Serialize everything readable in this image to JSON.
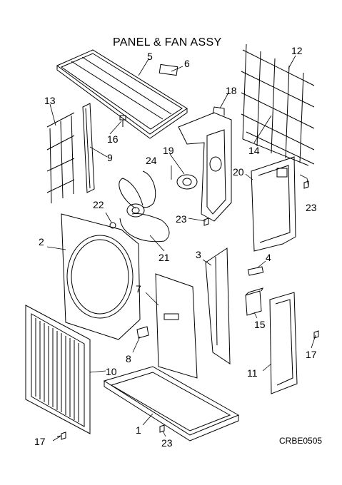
{
  "title": "PANEL & FAN ASSY",
  "drawing_code": "CRBE0505",
  "labels": {
    "c1": "1",
    "c2": "2",
    "c3": "3",
    "c4": "4",
    "c5": "5",
    "c6": "6",
    "c7": "7",
    "c8": "8",
    "c9": "9",
    "c10": "10",
    "c11": "11",
    "c12": "12",
    "c13": "13",
    "c14": "14",
    "c15": "15",
    "c16": "16",
    "c17a": "17",
    "c17b": "17",
    "c18": "18",
    "c19": "19",
    "c20": "20",
    "c21": "21",
    "c22": "22",
    "c23a": "23",
    "c23b": "23",
    "c23c": "23",
    "c24": "24"
  }
}
